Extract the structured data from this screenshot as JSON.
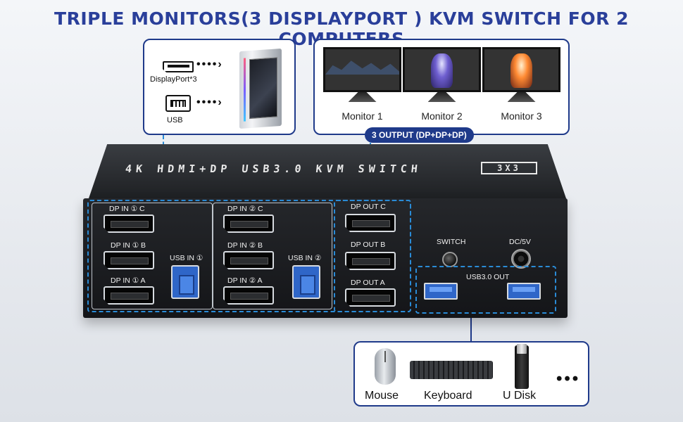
{
  "title": "TRIPLE MONITORS(3 DISPLAYPORT ) KVM SWITCH FOR 2 COMPUTERS",
  "pc_callout": {
    "displayport_label": "DisplayPort*3",
    "usb_label": "USB"
  },
  "monitors": [
    {
      "label": "Monitor 1"
    },
    {
      "label": "Monitor 2"
    },
    {
      "label": "Monitor 3"
    }
  ],
  "output_badge": "3 OUTPUT (DP+DP+DP)",
  "device": {
    "top_label": "4K HDMI+DP USB3.0 KVM SWITCH",
    "top_badge": "3X3",
    "input1": {
      "ports": [
        "DP IN ① C",
        "DP IN ① B",
        "DP IN ① A"
      ],
      "usb": "USB IN ①"
    },
    "input2": {
      "ports": [
        "DP IN ② C",
        "DP IN ② B",
        "DP IN ② A"
      ],
      "usb": "USB IN ②"
    },
    "outputs": [
      "DP OUT C",
      "DP OUT B",
      "DP OUT A"
    ],
    "switch_label": "SWITCH",
    "power_label": "DC/5V",
    "usb_out_label": "USB3.0 OUT"
  },
  "peripherals": [
    {
      "label": "Mouse"
    },
    {
      "label": "Keyboard"
    },
    {
      "label": "U Disk"
    }
  ],
  "more_label": "•••",
  "colors": {
    "title": "#2a3f9a",
    "accent": "#1f3a8a",
    "dashed": "#2a8bd6",
    "usb_blue": "#2f66c8"
  }
}
